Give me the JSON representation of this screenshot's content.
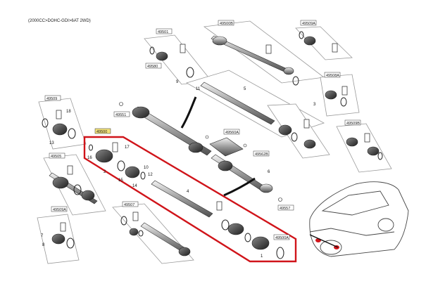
{
  "diagram": {
    "caption": "(2000CC>DOHC-GDI>6AT 2WD)",
    "highlight_color": "#d0141a",
    "ref_labels": {
      "top_center": "49500B",
      "top_mid": "49501",
      "top_right": "49509A",
      "left_box_a": "49509",
      "right_box_a": "49508A",
      "left_upper": "49580",
      "mid_left": "49551",
      "mid_hl": "49500",
      "bracket": "49560A",
      "bracket_b": "49562B",
      "right_box_b": "49509B",
      "left_box_b": "49505",
      "left_box_c": "49509A",
      "bottom_mid": "49507",
      "right_small": "49557",
      "hl_right": "49500A"
    },
    "part_numbers": {
      "n1": "1",
      "n2": "2",
      "n3": "3",
      "n4": "4",
      "n5": "5",
      "n6": "6",
      "n7": "7",
      "n8": "8",
      "n9": "9",
      "n10": "10",
      "n11": "11",
      "n12": "12",
      "n13": "13",
      "n14": "14",
      "n15": "15",
      "n16": "16",
      "n17": "17",
      "n18": "18"
    }
  }
}
